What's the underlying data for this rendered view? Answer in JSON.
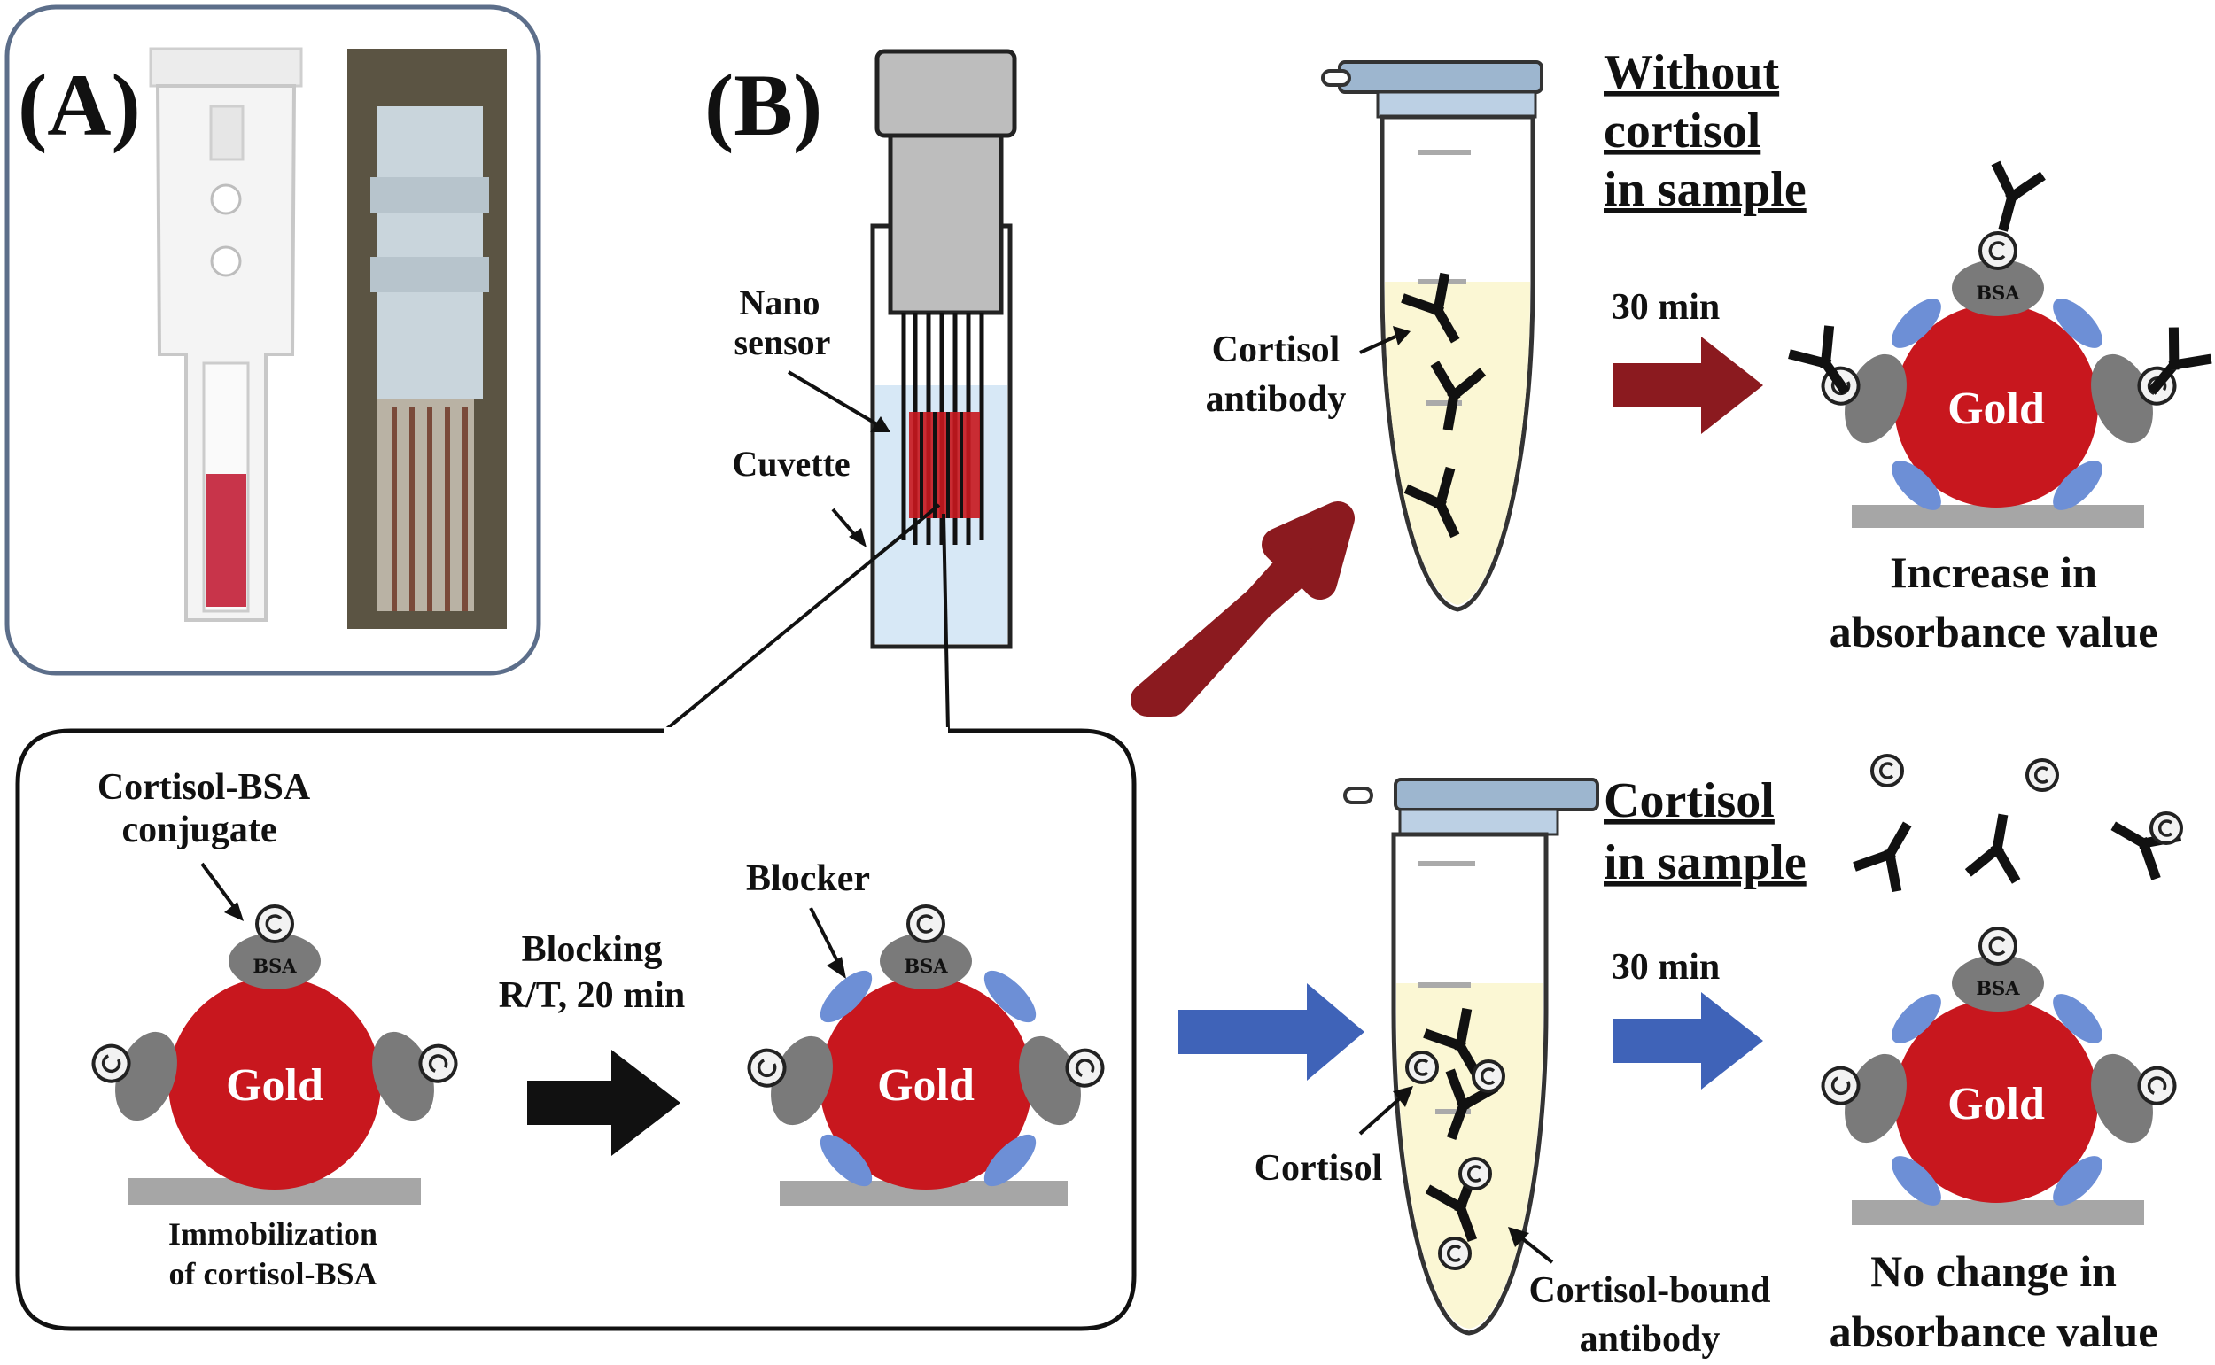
{
  "panel_a": {
    "label": "(A)"
  },
  "panel_b": {
    "label": "(B)",
    "nano_sensor_line1": "Nano",
    "nano_sensor_line2": "sensor",
    "cuvette": "Cuvette"
  },
  "inset": {
    "conjugate_line1": "Cortisol-BSA",
    "conjugate_line2": "conjugate",
    "immob_line1": "Immobilization",
    "immob_line2": "of cortisol-BSA",
    "blocking_line1": "Blocking",
    "blocking_line2": "R/T, 20 min",
    "blocker": "Blocker"
  },
  "particle": {
    "gold": "Gold",
    "bsa": "BSA",
    "cortisol_mark": "C"
  },
  "top_path": {
    "title_line1": "Without",
    "title_line2": "cortisol",
    "title_line3": "in sample",
    "antibody_line1": "Cortisol",
    "antibody_line2": "antibody",
    "time": "30 min",
    "result_line1": "Increase in",
    "result_line2": "absorbance value"
  },
  "bottom_path": {
    "title_line1": "Cortisol",
    "title_line2": "in sample",
    "cortisol": "Cortisol",
    "bound_line1": "Cortisol-bound",
    "bound_line2": "antibody",
    "time": "30 min",
    "result_line1": "No change in",
    "result_line2": "absorbance value"
  },
  "colors": {
    "gold_particle": "#c8171e",
    "bsa": "#7a7a7a",
    "blocker": "#6d8fd6",
    "red_arrow": "#8b1a1f",
    "blue_arrow": "#3f63b8",
    "tube_fill": "#fbf7d4",
    "cuvette_fill": "#d7e8f6"
  }
}
